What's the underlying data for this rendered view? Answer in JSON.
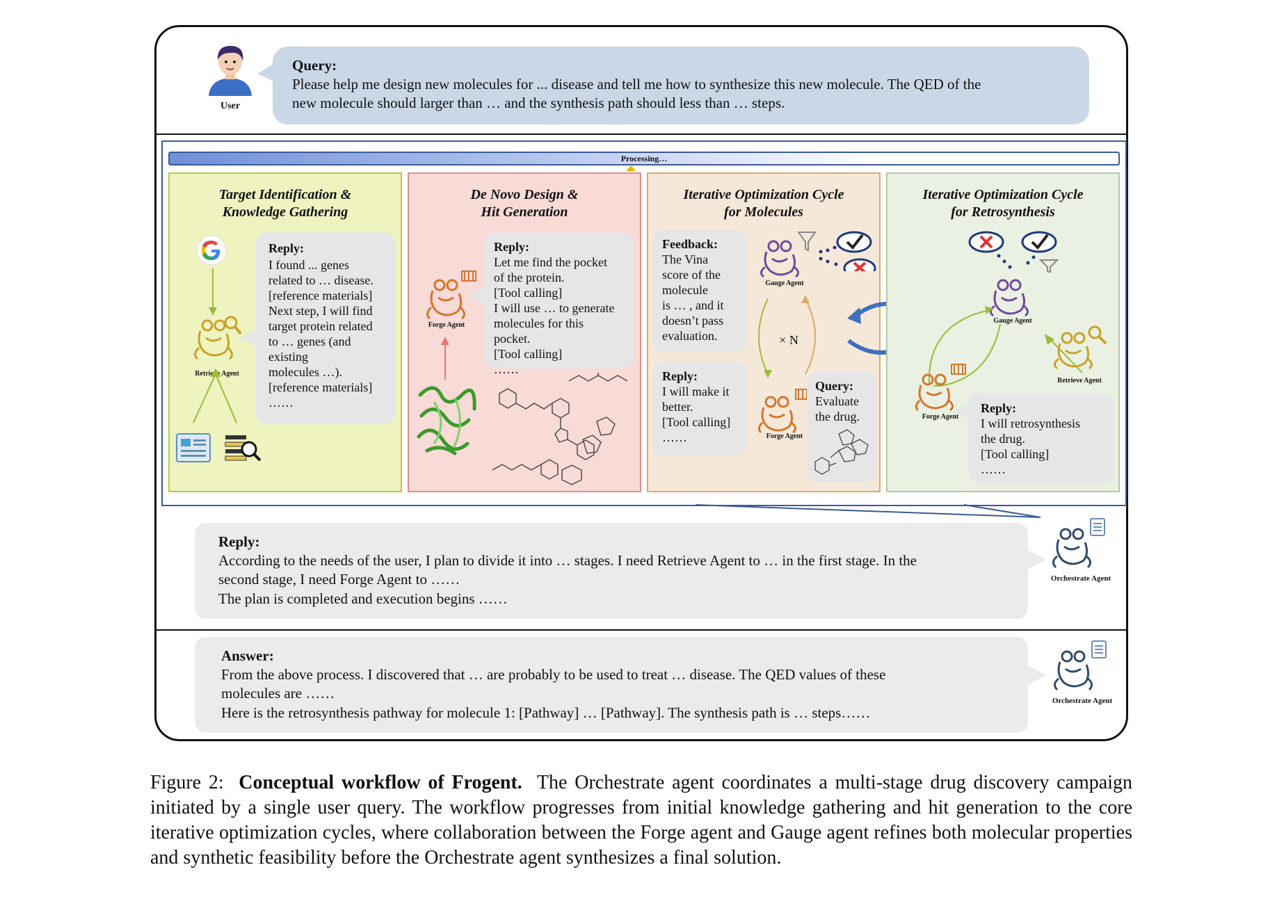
{
  "user": {
    "label": "User",
    "query_title": "Query:",
    "query_lines": [
      "Please help me design new molecules for ... disease and tell me how to synthesize this new molecule. The QED of the",
      "new molecule should larger than … and the synthesis path should less than … steps."
    ]
  },
  "processing": {
    "label": "Processing…"
  },
  "stages": [
    {
      "title_lines": [
        "Target Identification &",
        "Knowledge Gathering"
      ],
      "agent": "Retrieve Agent",
      "reply_title": "Reply:",
      "reply_lines": [
        "I found ... genes",
        "related to … disease.",
        "[reference materials]",
        "Next step, I will find",
        "target protein related",
        "to … genes (and",
        "existing",
        "molecules …).",
        "[reference materials]",
        "……"
      ]
    },
    {
      "title_lines": [
        "De Novo Design &",
        "Hit Generation"
      ],
      "agent": "Forge Agent",
      "reply_title": "Reply:",
      "reply_lines": [
        "Let me find the pocket",
        "of the protein.",
        "[Tool calling]",
        "I will use … to generate",
        "molecules for this",
        "pocket.",
        "[Tool calling]",
        "……"
      ]
    },
    {
      "title_lines": [
        "Iterative Optimization Cycle",
        "for Molecules"
      ],
      "feedback_title": "Feedback:",
      "feedback_lines": [
        "The Vina",
        "score of the",
        "molecule",
        "is … , and it",
        "doesn’t pass",
        "evaluation."
      ],
      "gauge_agent": "Gauge Agent",
      "forge_agent": "Forge Agent",
      "times": "× N",
      "reply_title": "Reply:",
      "reply_lines": [
        "I will make it",
        "better.",
        "[Tool calling]",
        "……"
      ],
      "query_title": "Query:",
      "query_lines": [
        "Evaluate",
        "the drug."
      ]
    },
    {
      "title_lines": [
        "Iterative Optimization Cycle",
        "for Retrosynthesis"
      ],
      "gauge_agent": "Gauge Agent",
      "retrieve_agent": "Retrieve Agent",
      "forge_agent": "Forge Agent",
      "reply_title": "Reply:",
      "reply_lines": [
        "I will retrosynthesis",
        "the drug.",
        "[Tool calling]",
        "……"
      ]
    }
  ],
  "plan": {
    "title": "Reply:",
    "lines": [
      "According to the needs of the user, I plan to divide it into … stages. I need Retrieve Agent to … in the first stage. In the",
      "second stage, I need Forge Agent to ……",
      "The plan is completed and execution begins ……"
    ],
    "agent": "Orchestrate Agent"
  },
  "answer": {
    "title": "Answer:",
    "lines": [
      "From the above process. I discovered that … are probably to be used to treat … disease. The QED values of these",
      "molecules are ……",
      "Here is the retrosynthesis pathway for molecule 1: [Pathway] … [Pathway]. The synthesis path is … steps……"
    ],
    "agent": "Orchestrate Agent"
  },
  "caption": {
    "prefix": "Figure 2:",
    "bold": "Conceptual workflow of Frogent.",
    "text": "The Orchestrate agent coordinates a multi-stage drug discovery campaign initiated by a single user query. The workflow progresses from initial knowledge gathering and hit generation to the core iterative optimization cycles, where collaboration between the Forge agent and Gauge agent refines both molecular properties and synthetic feasibility before the Orchestrate agent synthesizes a final solution."
  },
  "colors": {
    "stage1_bg": "#eef3c0",
    "stage1_border": "#b6c94a",
    "stage2_bg": "#f8dad7",
    "stage2_border": "#e0908a",
    "stage3_bg": "#f6e8d8",
    "stage3_border": "#d9a96b",
    "stage4_bg": "#eaf0e2",
    "stage4_border": "#b7c8a6",
    "frog_gold": "#c9a227",
    "frog_orange": "#d4762c",
    "frog_purple": "#6f4a9c",
    "frog_navy": "#2f4a6b",
    "cycle_arrow": "#3f6fbf"
  }
}
